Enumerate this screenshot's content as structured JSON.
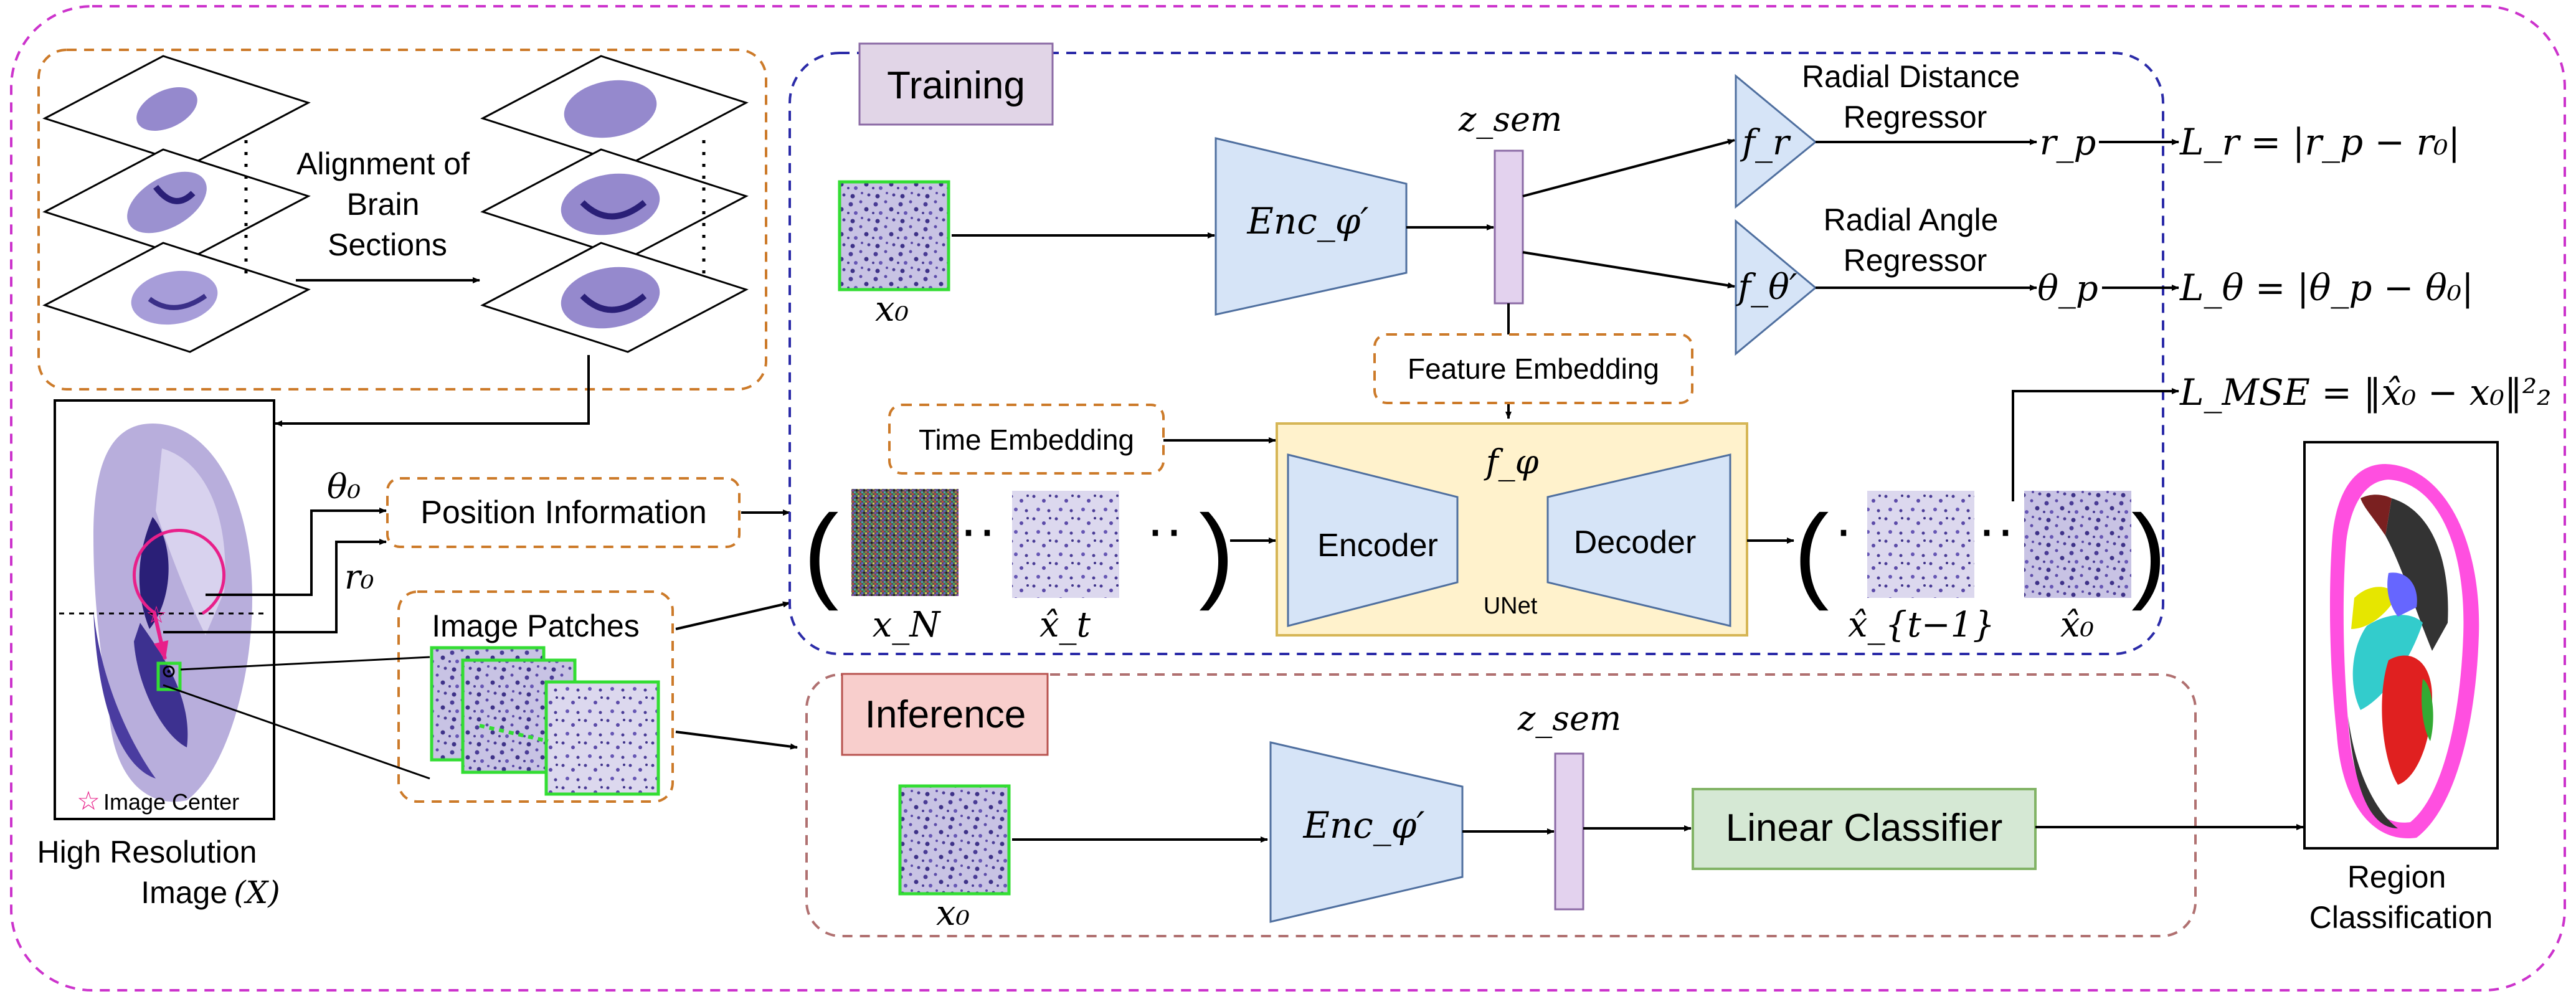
{
  "colors": {
    "outer_border": "#cc33cc",
    "orange_border": "#cc7a29",
    "training_border": "#2b2ba8",
    "inference_border": "#b07070",
    "encoder_fill": "#d6e4f7",
    "encoder_stroke": "#4f6f9f",
    "latent_fill": "#e3d2ee",
    "latent_stroke": "#8b6aa5",
    "unet_fill": "#fff2cc",
    "unet_stroke": "#d6b656",
    "training_tag_fill": "#e1d5e7",
    "inference_tag_fill": "#f8cecc",
    "classifier_fill": "#d5e8d4",
    "classifier_stroke": "#82b366",
    "patch_border": "#33dd33",
    "tissue_purple": "#6a5ab0",
    "pink_marker": "#e8208a"
  },
  "labels": {
    "alignment": [
      "Alignment of",
      "Brain",
      "Sections"
    ],
    "image_center": "Image Center",
    "high_resolution": "High Resolution",
    "image_word": "Image",
    "image_symbol": "(X)",
    "position_information": "Position Information",
    "image_patches": "Image Patches",
    "training": "Training",
    "inference": "Inference",
    "time_embedding": "Time Embedding",
    "feature_embedding": "Feature Embedding",
    "encoder": "Encoder",
    "decoder": "Decoder",
    "unet": "UNet",
    "linear_classifier": "Linear Classifier",
    "radial_distance": [
      "Radial Distance",
      "Regressor"
    ],
    "radial_angle": [
      "Radial Angle",
      "Regressor"
    ],
    "region_classification": [
      "Region",
      "Classification"
    ]
  },
  "math": {
    "theta0": "θ₀",
    "r0": "r₀",
    "x0": "x₀",
    "xN": "x_N",
    "xhat_t": "x̂_t",
    "xhat_tm1": "x̂_{t−1}",
    "xhat_0": "x̂₀",
    "z_sem": "z_sem",
    "enc": "Enc_φ′",
    "f_phi": "f_φ",
    "f_r": "f_r",
    "f_theta": "f_θ′",
    "r_p": "r_p",
    "theta_p": "θ_p",
    "loss_r": "L_r = |r_p − r₀|",
    "loss_theta": "L_θ = |θ_p − θ₀|",
    "loss_mse": "L_MSE = ‖x̂₀ − x₀‖²₂"
  }
}
